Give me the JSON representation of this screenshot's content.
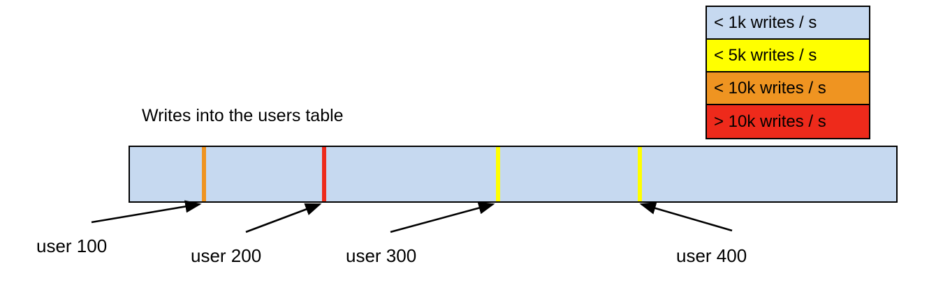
{
  "chart_data": {
    "type": "bar",
    "title": "Writes into the users table",
    "xlabel": "",
    "ylabel": "",
    "orientation": "horizontal",
    "description": "A single horizontal range bar representing the users table keyspace, with colored vertical markers at four user-id shard boundaries indicating write rate per key range.",
    "colors": {
      "under_1k": "#c6d9f0",
      "under_5k": "#ffff00",
      "under_10k": "#ef9421",
      "over_10k": "#ee2a1b",
      "outline": "#000000",
      "background": "#ffffff"
    },
    "legend": {
      "position": "top-right",
      "entries": [
        {
          "label": "< 1k writes / s",
          "color": "#c6d9f0"
        },
        {
          "label": "< 5k writes / s",
          "color": "#ffff00"
        },
        {
          "label": "< 10k writes / s",
          "color": "#ef9421"
        },
        {
          "label": "> 10k writes / s",
          "color": "#ee2a1b"
        }
      ]
    },
    "bar": {
      "base_color": "#c6d9f0",
      "base_legend_label": "< 1k writes / s",
      "x_start_pct": 0,
      "x_end_pct": 100
    },
    "markers": [
      {
        "name": "user 100",
        "position_pct": 9.7,
        "color": "#ef9421",
        "legend_label": "< 10k writes / s"
      },
      {
        "name": "user 200",
        "position_pct": 25.3,
        "color": "#ee2a1b",
        "legend_label": "> 10k writes / s"
      },
      {
        "name": "user 300",
        "position_pct": 47.9,
        "color": "#ffff00",
        "legend_label": "< 5k writes / s"
      },
      {
        "name": "user 400",
        "position_pct": 66.2,
        "color": "#ffff00",
        "legend_label": "< 5k writes / s"
      }
    ],
    "annotations": [
      {
        "label": "user 100",
        "target_marker": "user 100"
      },
      {
        "label": "user 200",
        "target_marker": "user 200"
      },
      {
        "label": "user 300",
        "target_marker": "user 300"
      },
      {
        "label": "user 400",
        "target_marker": "user 400"
      }
    ]
  },
  "legend": {
    "rows": [
      {
        "label": "< 1k writes / s"
      },
      {
        "label": "< 5k writes / s"
      },
      {
        "label": "< 10k writes / s"
      },
      {
        "label": "> 10k writes / s"
      }
    ]
  },
  "diagram": {
    "title": "Writes into the users table",
    "labels": [
      {
        "text": "user 100"
      },
      {
        "text": "user 200"
      },
      {
        "text": "user 300"
      },
      {
        "text": "user 400"
      }
    ]
  }
}
